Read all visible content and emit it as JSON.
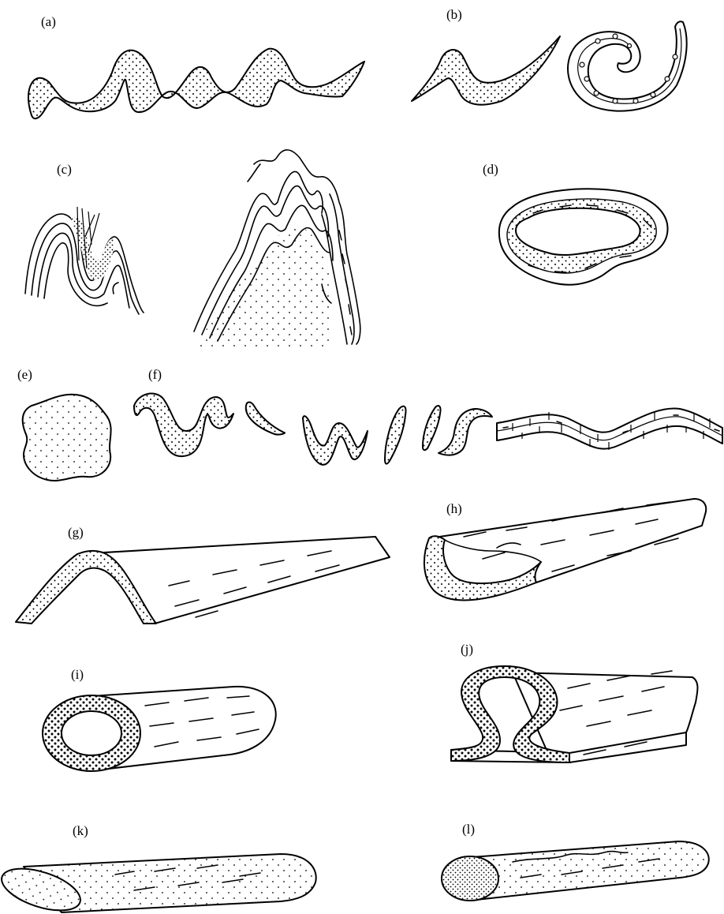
{
  "figure": {
    "panels": [
      {
        "id": "a",
        "label": "(a)"
      },
      {
        "id": "b",
        "label": "(b)"
      },
      {
        "id": "c",
        "label": "(c)"
      },
      {
        "id": "d",
        "label": "(d)"
      },
      {
        "id": "e",
        "label": "(e)"
      },
      {
        "id": "f",
        "label": "(f)"
      },
      {
        "id": "g",
        "label": "(g)"
      },
      {
        "id": "h",
        "label": "(h)"
      },
      {
        "id": "i",
        "label": "(i)"
      },
      {
        "id": "j",
        "label": "(j)"
      },
      {
        "id": "k",
        "label": "(k)"
      },
      {
        "id": "l",
        "label": "(l)"
      }
    ]
  }
}
